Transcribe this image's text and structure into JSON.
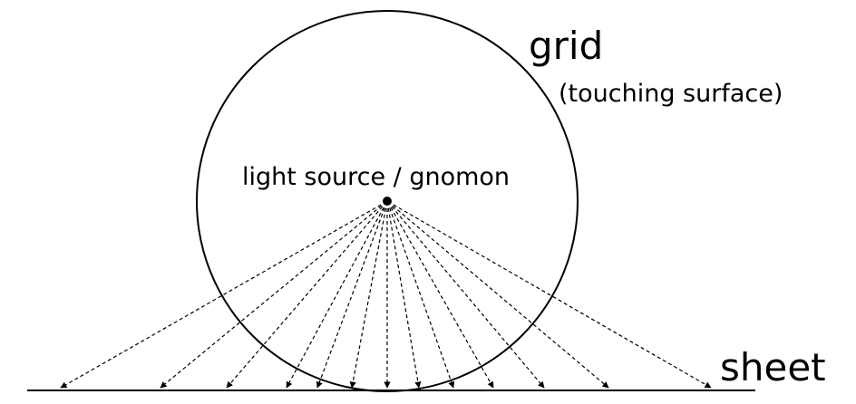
{
  "labels": {
    "grid": "grid",
    "touching_surface": "(touching surface)",
    "light_source": "light source / gnomon",
    "sheet": "sheet"
  },
  "rays": {
    "count": 14,
    "style": "dashed",
    "arrowheads": true
  },
  "colors": {
    "line": "#000000",
    "background": "#ffffff"
  }
}
